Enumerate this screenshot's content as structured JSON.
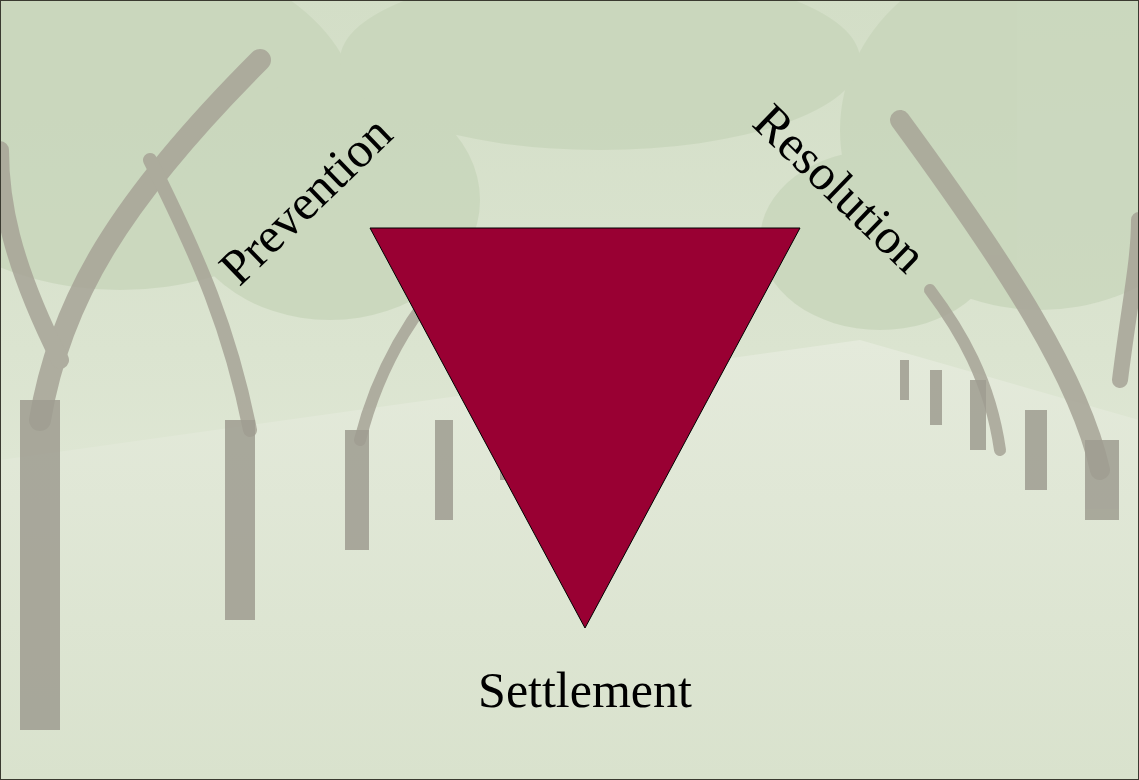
{
  "diagram": {
    "labels": [
      "Prevention",
      "Resolution",
      "Settlement"
    ]
  }
}
